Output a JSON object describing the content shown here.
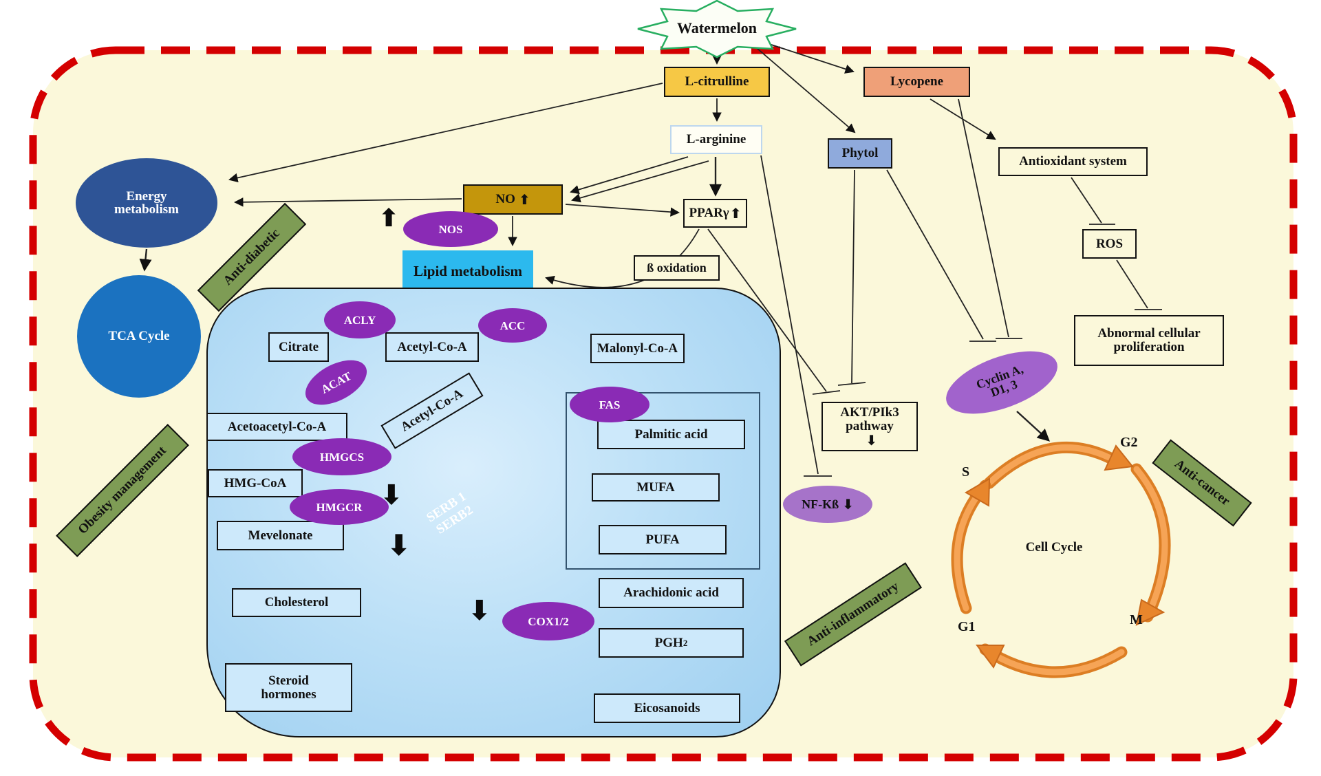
{
  "nodes": {
    "watermelon": "Watermelon",
    "l_citrulline": "L-citrulline",
    "l_arginine": "L-arginine",
    "lycopene": "Lycopene",
    "phytol": "Phytol",
    "antioxidant_system": "Antioxidant system",
    "ros": "ROS",
    "abnormal_line1": "Abnormal cellular",
    "abnormal_line2": "proliferation",
    "energy_line1": "Energy",
    "energy_line2": "metabolism",
    "tca_cycle": "TCA Cycle",
    "no": "NO",
    "nos": "NOS",
    "ppar_gamma": "PPARγ",
    "beta_oxidation": "ß oxidation",
    "lipid_metabolism": "Lipid metabolism",
    "akt_line1": "AKT/PIk3",
    "akt_line2": "pathway",
    "nf_kb": "NF-Kß",
    "cyclin_line1": "Cyclin A,",
    "cyclin_line2": "D1, 3"
  },
  "pathway": {
    "citrate": "Citrate",
    "acetyl_coa": "Acetyl-Co-A",
    "malonyl_coa": "Malonyl-Co-A",
    "acetyl_coa_rotated": "Acetyl-Co-A",
    "acetoacetyl_coa": "Acetoacetyl-Co-A",
    "hmg_coa": "HMG-CoA",
    "mevelonate": "Mevelonate",
    "cholesterol": "Cholesterol",
    "steroid_line1": "Steroid",
    "steroid_line2": "hormones",
    "palmitic_acid": "Palmitic acid",
    "mufa": "MUFA",
    "pufa": "PUFA",
    "arachidonic_acid": "Arachidonic acid",
    "pgh": "PGH",
    "pgh_sub": "2",
    "eicosanoids": "Eicosanoids"
  },
  "enzymes": {
    "acly": "ACLY",
    "acc": "ACC",
    "acat": "ACAT",
    "hmgcs": "HMGCS",
    "hmgcr": "HMGCR",
    "fas": "FAS",
    "cox": "COX1/2",
    "serb_line1": "SERB 1",
    "serb_line2": "SERB2"
  },
  "benefits": {
    "anti_diabetic": "Anti-diabetic",
    "obesity_management": "Obesity management",
    "anti_cancer": "Anti-cancer",
    "anti_inflammatory": "Anti-inflammatory"
  },
  "cell_cycle": {
    "center": "Cell Cycle",
    "s": "S",
    "g2": "G2",
    "m": "M",
    "g1": "G1"
  },
  "glyphs": {
    "up": "⬆",
    "down": "⬇"
  },
  "colors": {
    "background_inner": "#FBF8DA",
    "border_dashed": "#D40000",
    "star_border": "#27AE60",
    "citrulline_fill": "#F6C845",
    "lycopene_fill": "#EFA078",
    "phytol_fill": "#8FAADC",
    "no_fill": "#C4960C",
    "lipid_fill": "#2CB9EE",
    "enzyme_purple": "#8A2BB5",
    "nfkb_purple": "#A673C9",
    "cyclin_purple": "#A163CC",
    "energy_blue": "#2E5496",
    "tca_blue": "#1B72C0",
    "benefit_green": "#7E9C55",
    "cellcycle_orange": "#E8862C",
    "serb_orange": "#E87E28",
    "inner_box_blue": "#CDE9FB"
  }
}
